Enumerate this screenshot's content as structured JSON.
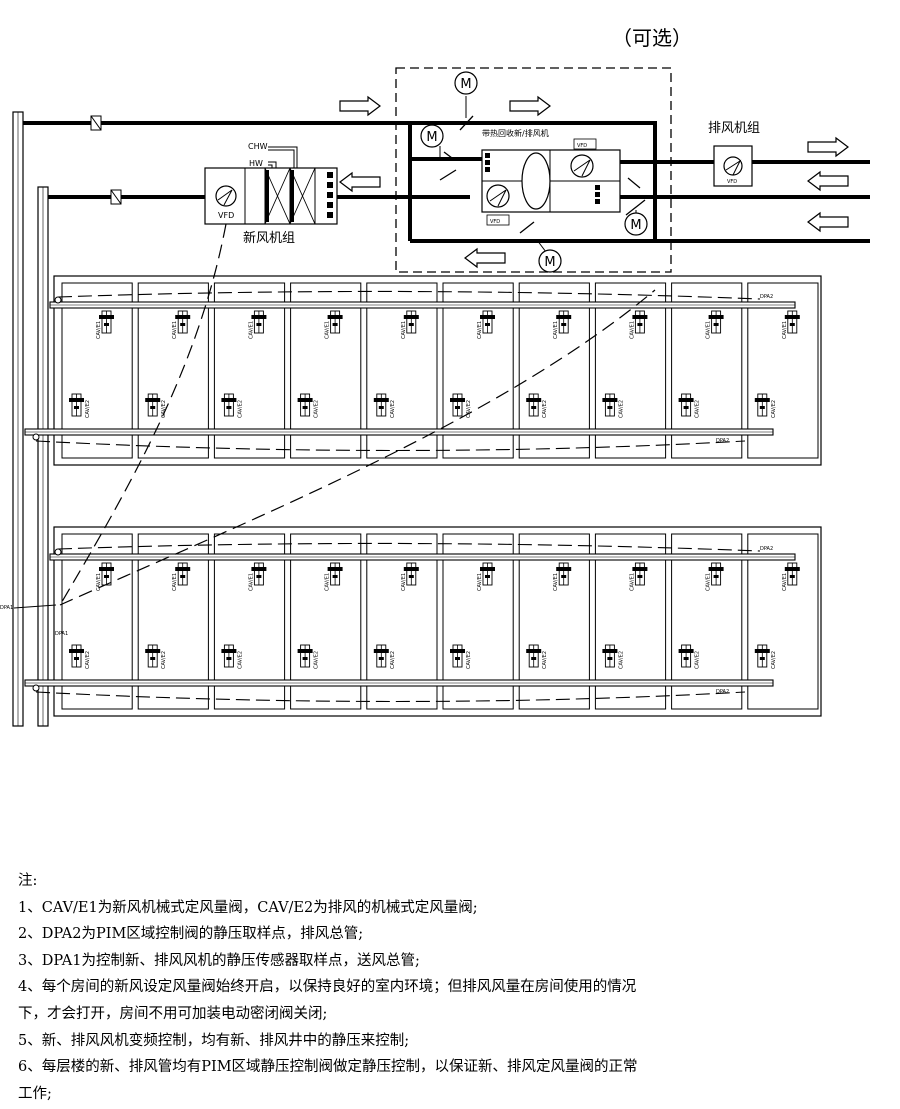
{
  "labels": {
    "optional": "（可选）",
    "heat_recovery_unit": "带热回收新/排风机",
    "exhaust_unit": "排风机组",
    "fresh_air_unit": "新风机组",
    "chw": "CHW",
    "hw": "HW",
    "vfd": "VFD",
    "motor": "M",
    "cav_e1": "CAV/E1",
    "cav_e2": "CAV/E2",
    "dpa1": "DPA1",
    "dpa2": "DPA2"
  },
  "notes": {
    "header": "注:",
    "n1": "1、CAV/E1为新风机械式定风量阀，CAV/E2为排风的机械式定风量阀;",
    "n2": "2、DPA2为PIM区域控制阀的静压取样点，排风总管;",
    "n3": "3、DPA1为控制新、排风风机的静压传感器取样点，送风总管;",
    "n4a": "4、每个房间的新风设定风量阀始终开启，以保持良好的室内环境；但排风风量在房间使用的情况",
    "n4b": "下，才会打开，房间不用可加装电动密闭阀关闭;",
    "n5": "5、新、排风风机变频控制，均有新、排风井中的静压来控制;",
    "n6a": "6、每层楼的新、排风管均有PIM区域静压控制阀做定静压控制，以保证新、排风定风量阀的正常",
    "n6b": "工作;"
  }
}
